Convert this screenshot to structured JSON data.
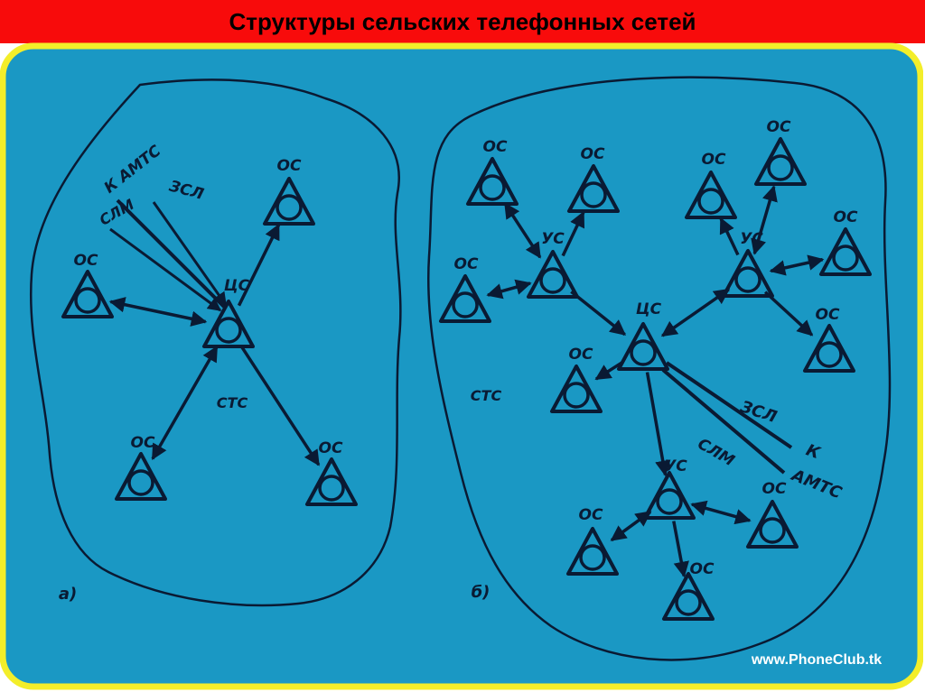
{
  "title": "Структуры сельских телефонных сетей",
  "colors": {
    "header": "#f80b0b",
    "border": "#f3ee2a",
    "panel": "#1a98c4",
    "ink": "#0a1a33",
    "watermark": "#ffffff"
  },
  "diagram_a": {
    "caption": "а)",
    "network_label": "СТС",
    "center_label": "ЦС",
    "node_label": "ОС",
    "trunk_labels": {
      "zsl": "ЗСЛ",
      "slm": "СЛМ",
      "amts": "К АМТС"
    }
  },
  "diagram_b": {
    "caption": "б)",
    "network_label": "СТС",
    "center_label": "ЦС",
    "node_label": "ОС",
    "hub_label": "УС",
    "trunk_labels": {
      "zsl": "ЗСЛ",
      "slm": "СЛМ",
      "k": "К",
      "amts": "АМТС"
    }
  },
  "watermark": "www.PhoneClub.tk"
}
